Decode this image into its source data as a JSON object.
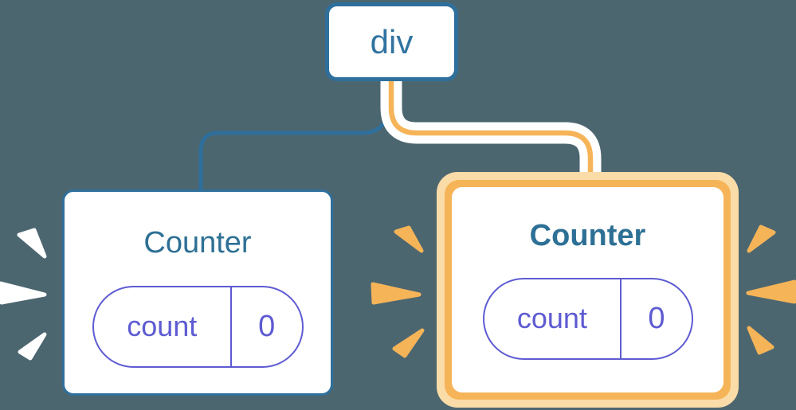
{
  "diagram": {
    "description": "React component tree: a div parent with two Counter children; the right Counter and its edge are highlighted as newly rendered",
    "root_node": {
      "label": "div"
    },
    "left_counter": {
      "title": "Counter",
      "highlighted": false,
      "state": {
        "key": "count",
        "value": "0"
      }
    },
    "right_counter": {
      "title": "Counter",
      "highlighted": true,
      "state": {
        "key": "count",
        "value": "0"
      }
    },
    "colors": {
      "background": "#4C6670",
      "steel_blue": "#2E6F9C",
      "title_text": "#2E7095",
      "node_text": "#3173A0",
      "state_purple": "#5E5BD2",
      "highlight_orange": "#F6B458",
      "highlight_light_orange": "#FADCA8",
      "flash_white": "#FFFFFF",
      "card_background": "#FFFFFF"
    }
  }
}
